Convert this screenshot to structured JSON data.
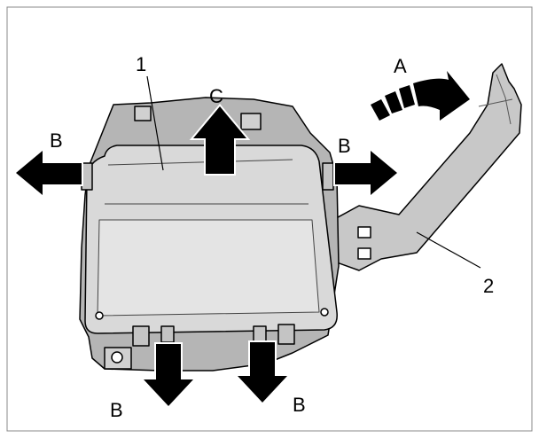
{
  "labels": {
    "part_1": "1",
    "part_2": "2",
    "arrow_a": "A",
    "arrow_b": "B",
    "arrow_c": "C"
  },
  "colors": {
    "frame": "#888888",
    "module_fill": "#d9d9d9",
    "module_stroke": "#000000",
    "arrow_fill": "#000000",
    "background": "#ffffff"
  },
  "icons": {
    "arrow_a": "curved-arrow-icon",
    "arrow_b": "block-arrow-icon",
    "arrow_c": "block-arrow-icon"
  }
}
